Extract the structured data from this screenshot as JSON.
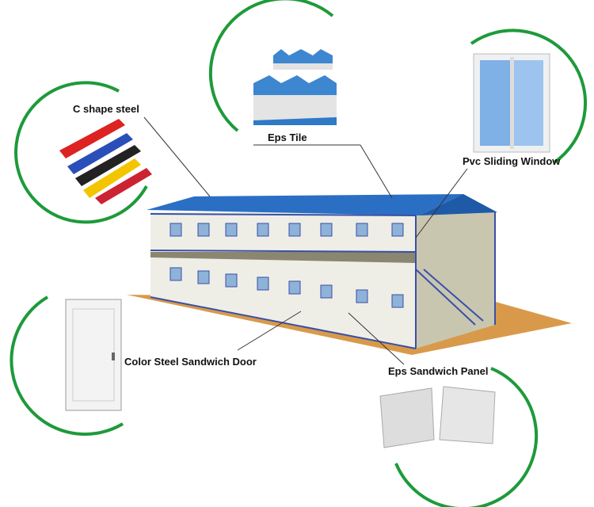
{
  "labels": {
    "c_steel": "C shape steel",
    "eps_tile": "Eps Tile",
    "pvc_window": "Pvc Sliding Window",
    "door": "Color Steel Sandwich Door",
    "eps_panel": "Eps Sandwich Panel"
  },
  "colors": {
    "accent_green": "#1e9a3a",
    "roof_blue": "#2a6fc4",
    "frame_blue": "#3a4fa8",
    "ground": "#d89a4a"
  }
}
